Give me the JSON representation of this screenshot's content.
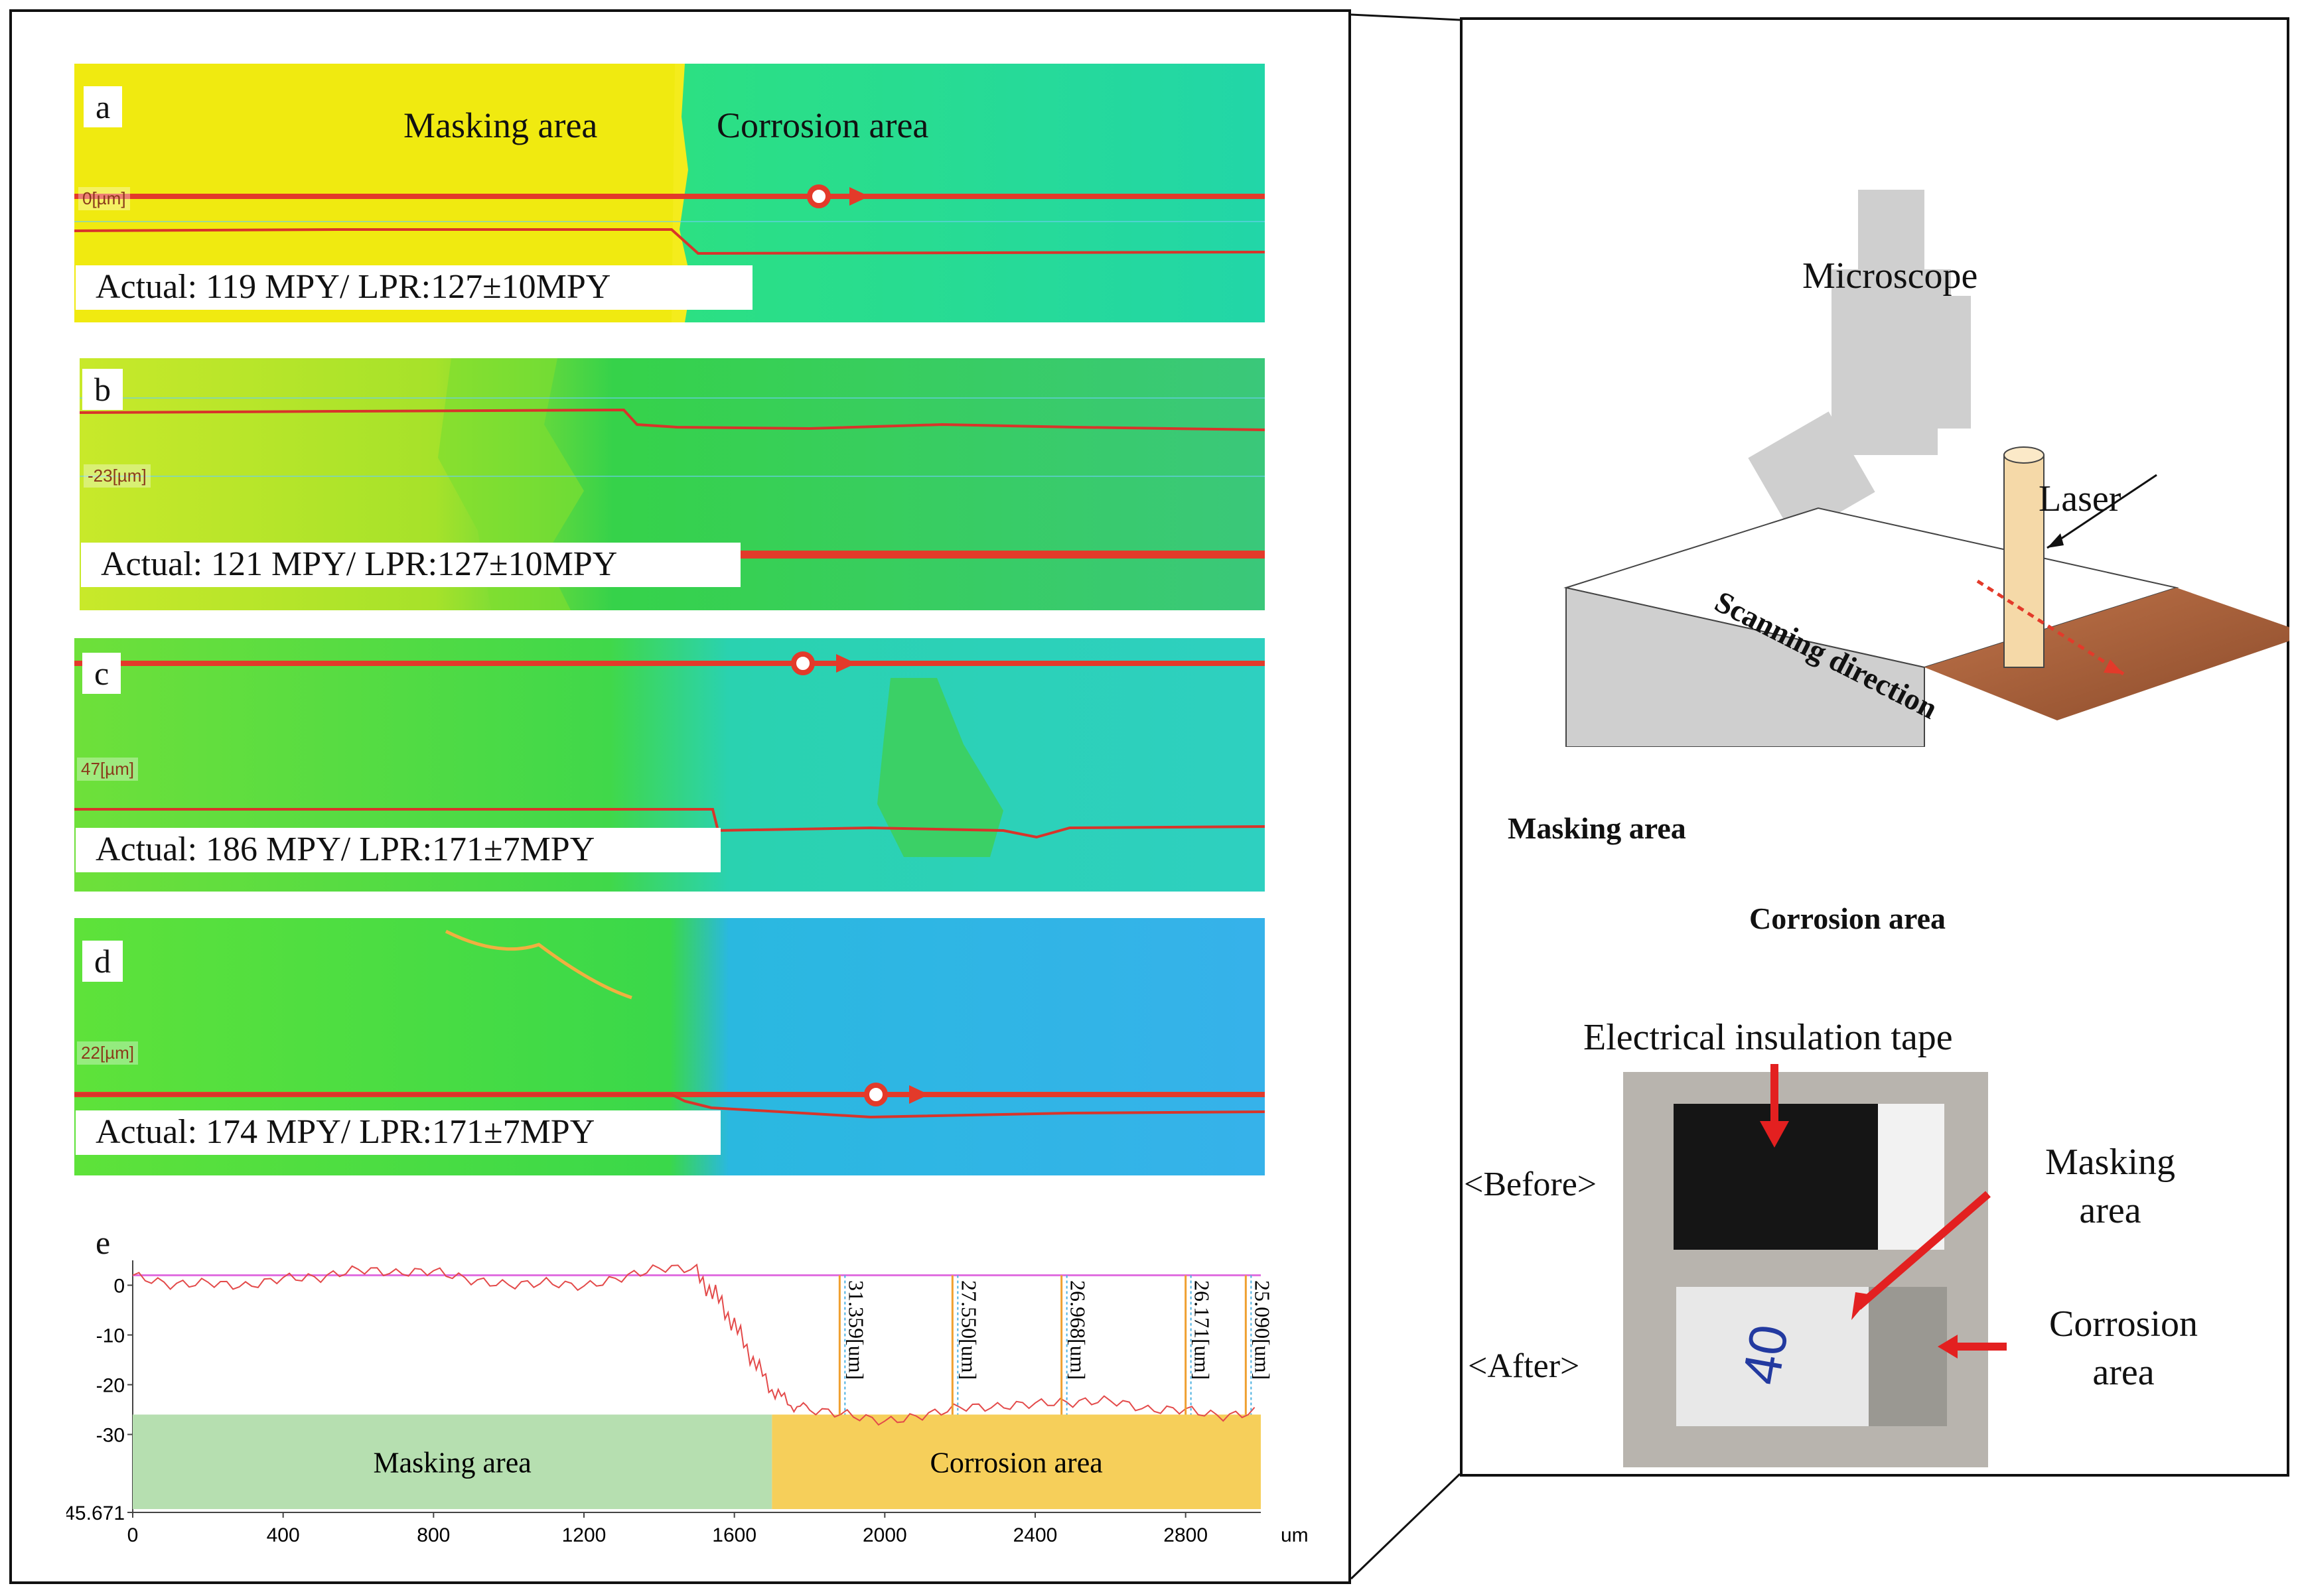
{
  "left_panel": {
    "panel_a": {
      "label": "a",
      "masking_text": "Masking area",
      "corrosion_text": "Corrosion area",
      "scale_tag": "0[µm]",
      "caption": "Actual: 119 MPY/ LPR:127±10MPY"
    },
    "panel_b": {
      "label": "b",
      "scale_tag": "-23[µm]",
      "caption": "Actual: 121 MPY/ LPR:127±10MPY"
    },
    "panel_c": {
      "label": "c",
      "scale_tag": "47[µm]",
      "caption": "Actual: 186 MPY/ LPR:171±7MPY"
    },
    "panel_d": {
      "label": "d",
      "scale_tag": "22[µm]",
      "caption": "Actual: 174 MPY/ LPR:171±7MPY"
    },
    "panel_e": {
      "label": "e",
      "x_unit": "um",
      "x_ticks": [
        "0",
        "400",
        "800",
        "1200",
        "1600",
        "2000",
        "2400",
        "2800"
      ],
      "y_ticks": [
        "0",
        "-10",
        "-20",
        "-30",
        "-45.671"
      ],
      "band_masking": "Masking area",
      "band_corrosion": "Corrosion area",
      "measurements": [
        "31.359[um]",
        "27.550[um]",
        "26.968[um]",
        "26.171[um]",
        "25.090[um]"
      ]
    }
  },
  "chart_data": {
    "type": "line",
    "title": "",
    "xlabel": "um",
    "ylabel": "",
    "xlim": [
      0,
      3000
    ],
    "ylim": [
      -45.671,
      5
    ],
    "series": [
      {
        "x": [
          0,
          100,
          200,
          300,
          400,
          500,
          600,
          700,
          800,
          900,
          1000,
          1100,
          1200,
          1300,
          1400,
          1500,
          1550,
          1600,
          1650,
          1700,
          1750,
          1800,
          1900,
          2000,
          2100,
          2200,
          2300,
          2400,
          2500,
          2600,
          2700,
          2800,
          2900,
          3000
        ],
        "values": [
          2,
          1,
          2,
          1,
          2,
          1,
          2,
          1,
          2,
          1,
          1,
          2,
          1,
          2,
          3,
          2,
          -2,
          -8,
          -15,
          -21,
          -24,
          -25,
          -25,
          -26,
          -25,
          -24,
          -25,
          -25,
          -25,
          -24,
          -25,
          -24,
          -25,
          -24
        ]
      }
    ],
    "measurements_um": [
      31.359,
      27.55,
      26.968,
      26.171,
      25.09
    ],
    "regions": [
      "Masking area",
      "Corrosion area"
    ]
  },
  "right_panel": {
    "microscope_label": "Microscope",
    "laser_label": "Laser",
    "scanning_label": "Scanning direction",
    "masking_label": "Masking area",
    "corrosion_label": "Corrosion area",
    "photo": {
      "tape_label": "Electrical insulation tape",
      "before_label": "<Before>",
      "after_label": "<After>",
      "masking_label": "Masking area",
      "corrosion_label": "Corrosion area",
      "sample_mark": "40"
    }
  }
}
